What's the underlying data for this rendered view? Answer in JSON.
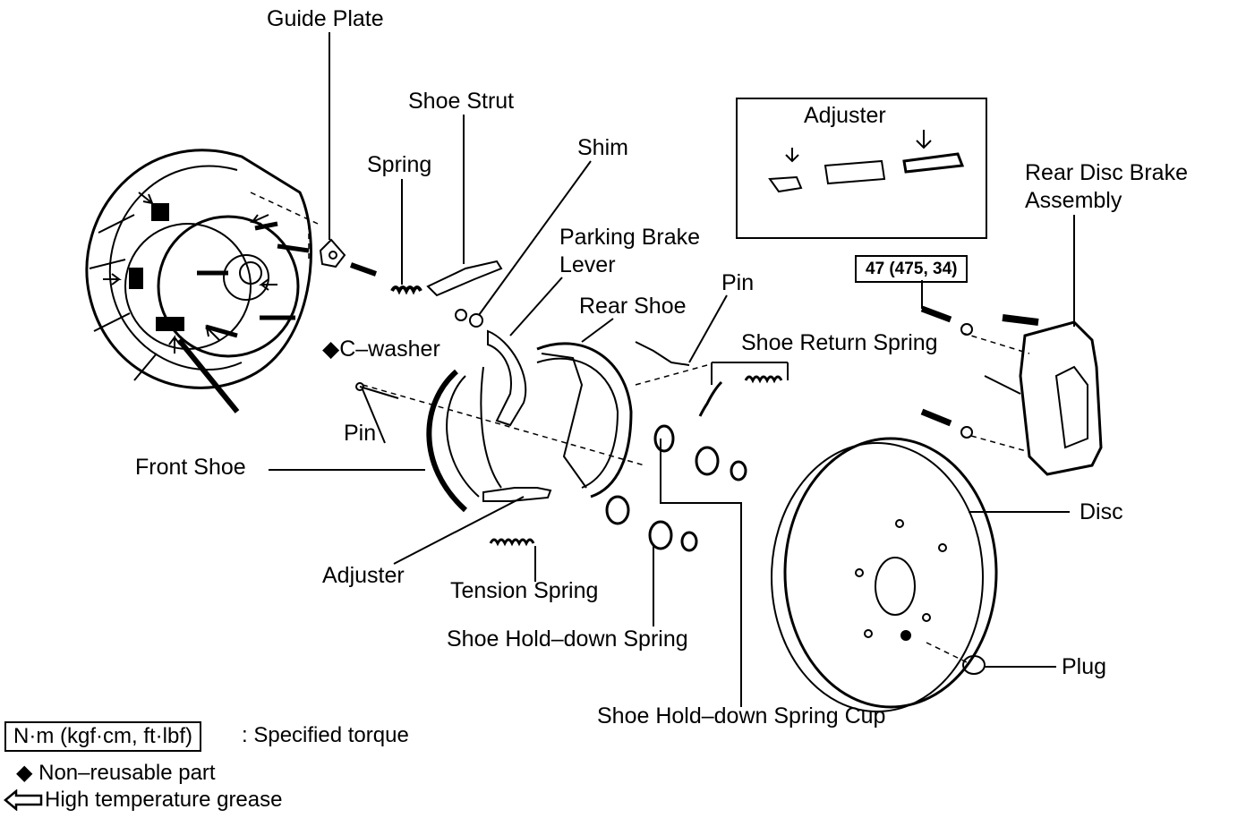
{
  "labels": {
    "guide_plate": "Guide Plate",
    "shoe_strut": "Shoe Strut",
    "spring": "Spring",
    "shim": "Shim",
    "parking_brake_lever_1": "Parking Brake",
    "parking_brake_lever_2": "Lever",
    "rear_shoe": "Rear Shoe",
    "pin_right": "Pin",
    "shoe_return_spring": "Shoe Return Spring",
    "c_washer": "◆C–washer",
    "pin_left": "Pin",
    "front_shoe": "Front Shoe",
    "adjuster": "Adjuster",
    "tension_spring": "Tension Spring",
    "shoe_hold_down_spring": "Shoe Hold–down Spring",
    "shoe_hold_down_spring_cup": "Shoe Hold–down Spring Cup",
    "disc": "Disc",
    "plug": "Plug",
    "rear_disc_brake_1": "Rear  Disc  Brake",
    "rear_disc_brake_2": "Assembly",
    "adjuster_inset_title": "Adjuster",
    "torque_spec": "47 (475, 34)"
  },
  "legend": {
    "unit_box": "N·m (kgf·cm, ft·lbf)",
    "unit_text": ": Specified torque",
    "non_reusable": "◆ Non–reusable part",
    "grease": "High temperature grease"
  },
  "colors": {
    "ink": "#000000",
    "paper": "#ffffff"
  }
}
